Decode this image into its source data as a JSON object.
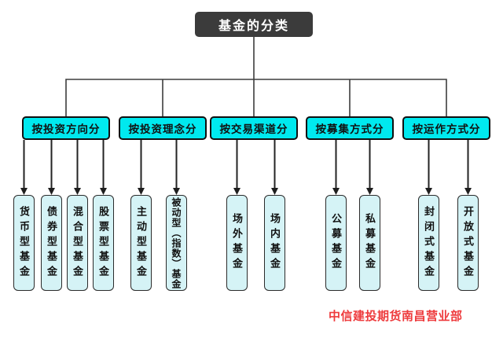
{
  "root": {
    "label": "基金的分类"
  },
  "groups": [
    {
      "header": "按投资方向分",
      "children": [
        {
          "label": "货币型基金"
        },
        {
          "label": "债券型基金"
        },
        {
          "label": "混合型基金"
        },
        {
          "label": "股票型基金"
        }
      ]
    },
    {
      "header": "按投资理念分",
      "children": [
        {
          "label": "主动型基金"
        },
        {
          "label": "被动型（指数）基金"
        }
      ]
    },
    {
      "header": "按交易渠道分",
      "children": [
        {
          "label": "场外基金"
        },
        {
          "label": "场内基金"
        }
      ]
    },
    {
      "header": "按募集方式分",
      "children": [
        {
          "label": "公募基金"
        },
        {
          "label": "私募基金"
        }
      ]
    },
    {
      "header": "按运作方式分",
      "children": [
        {
          "label": "封闭式基金"
        },
        {
          "label": "开放式基金"
        }
      ]
    }
  ],
  "footer": {
    "text": "中信建投期货南昌营业部"
  },
  "colors": {
    "root_fill": "#3b3b3b",
    "category_fill": "#00e9ef",
    "leaf_fill": "#d5f3f6",
    "connector_line": "#3d3d3d",
    "watermark_red": "#ee3b3d",
    "background": "#ffffff"
  }
}
